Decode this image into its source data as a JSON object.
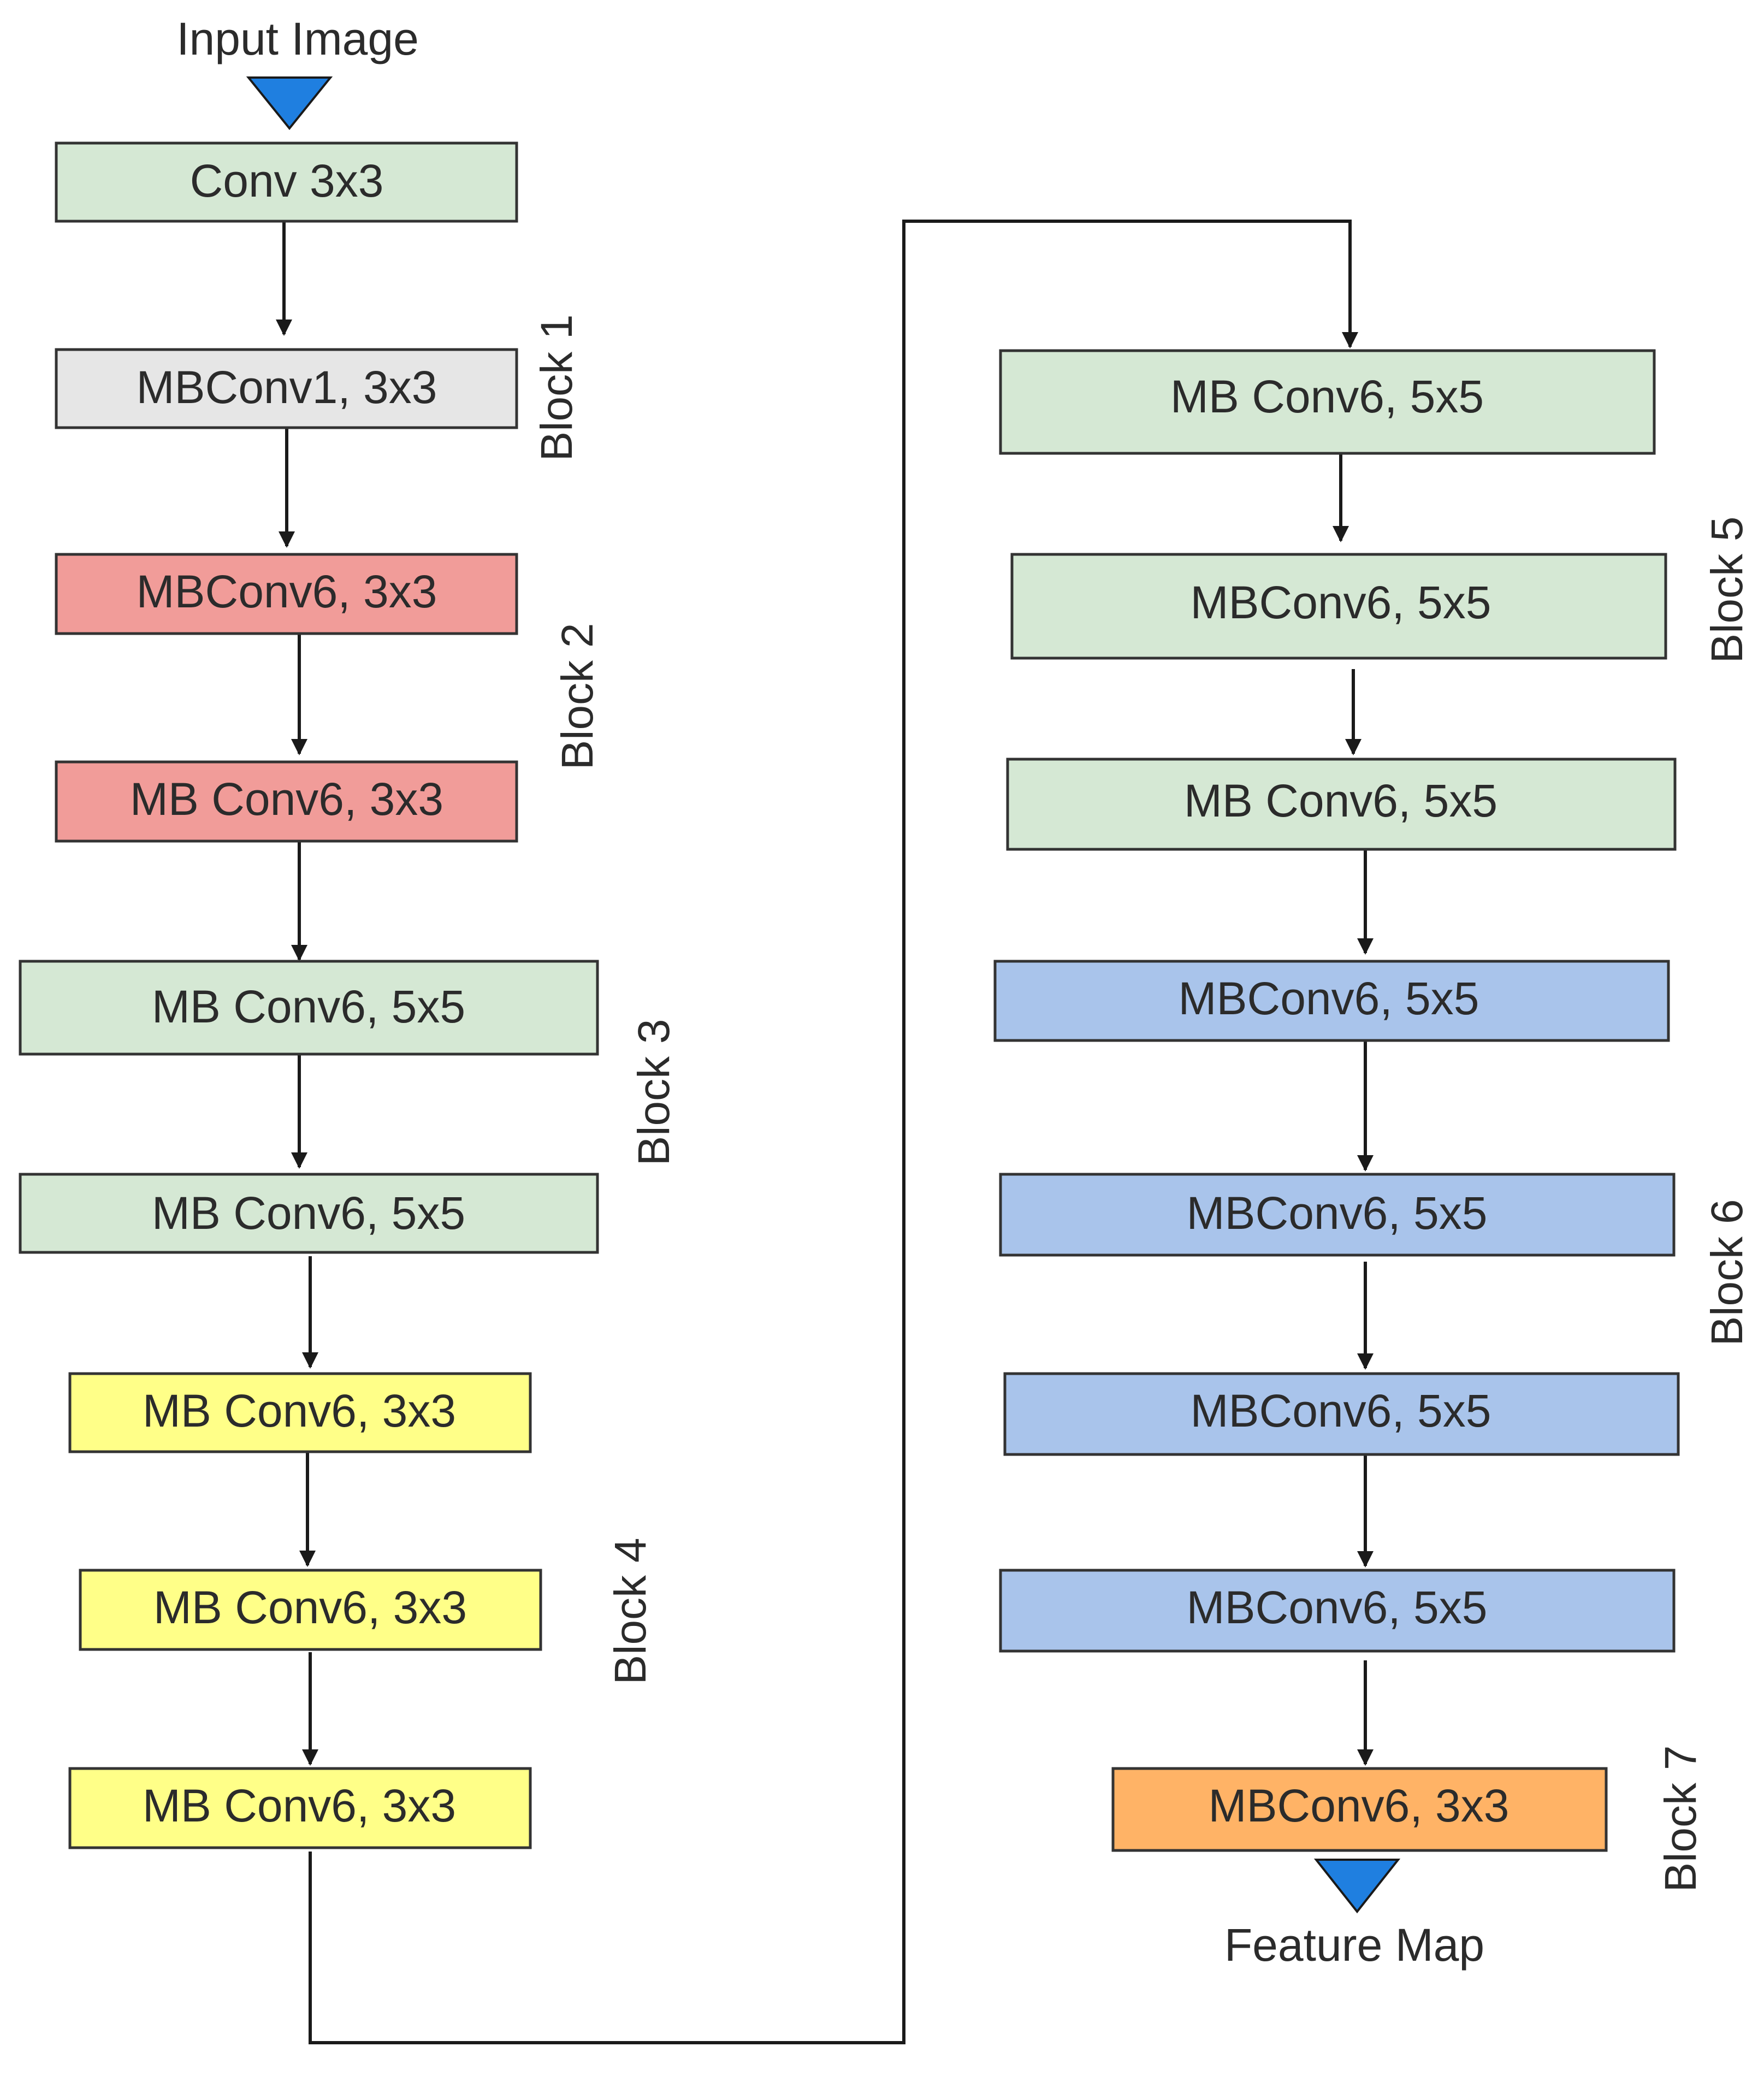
{
  "diagram": {
    "input_label": "Input Image",
    "output_label": "Feature Map",
    "colors": {
      "conv": "#d5e8d4",
      "block1": "#e6e6e6",
      "block2": "#f19c99",
      "block3": "#d5e8d4",
      "block4": "#ffff88",
      "block5": "#d5e8d4",
      "block6": "#a9c4eb",
      "block7": "#ffb366",
      "marker": "#1f7fe0"
    },
    "nodes": [
      {
        "label": "Conv  3x3"
      },
      {
        "label": "MBConv1, 3x3"
      },
      {
        "label": "MBConv6, 3x3"
      },
      {
        "label": "MB Conv6, 3x3"
      },
      {
        "label": "MB Conv6, 5x5"
      },
      {
        "label": "MB Conv6, 5x5"
      },
      {
        "label": "MB Conv6, 3x3"
      },
      {
        "label": "MB Conv6, 3x3"
      },
      {
        "label": "MB Conv6, 3x3"
      },
      {
        "label": "MB Conv6, 5x5"
      },
      {
        "label": "MBConv6, 5x5"
      },
      {
        "label": "MB Conv6, 5x5"
      },
      {
        "label": "MBConv6, 5x5"
      },
      {
        "label": "MBConv6, 5x5"
      },
      {
        "label": "MBConv6, 5x5"
      },
      {
        "label": "MBConv6, 5x5"
      },
      {
        "label": "MBConv6, 3x3"
      }
    ],
    "blocks": [
      {
        "label": "Block 1"
      },
      {
        "label": "Block 2"
      },
      {
        "label": "Block 3"
      },
      {
        "label": "Block 4"
      },
      {
        "label": "Block 5"
      },
      {
        "label": "Block 6"
      },
      {
        "label": "Block 7"
      }
    ]
  }
}
